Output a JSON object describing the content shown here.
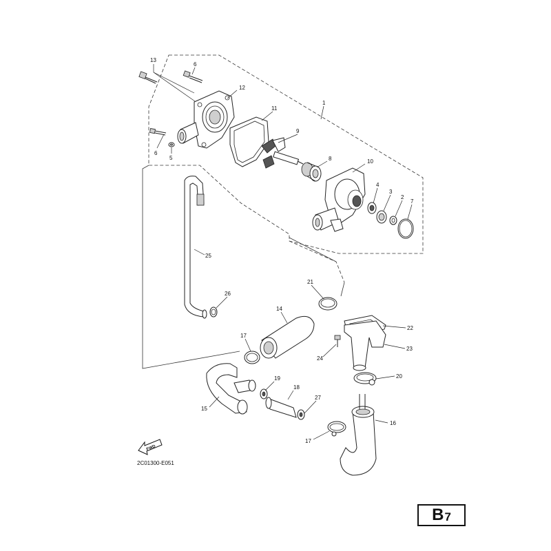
{
  "drawing_code": "2C01300-E051",
  "page_code": {
    "letter": "B",
    "number": "7"
  },
  "fwd_label": "FWD",
  "callouts": [
    "13",
    "6",
    "12",
    "11",
    "1",
    "9",
    "8",
    "10",
    "4",
    "3",
    "2",
    "7",
    "6",
    "5",
    "25",
    "21",
    "26",
    "14",
    "22",
    "17",
    "23",
    "24",
    "20",
    "19",
    "18",
    "27",
    "15",
    "16",
    "17"
  ]
}
